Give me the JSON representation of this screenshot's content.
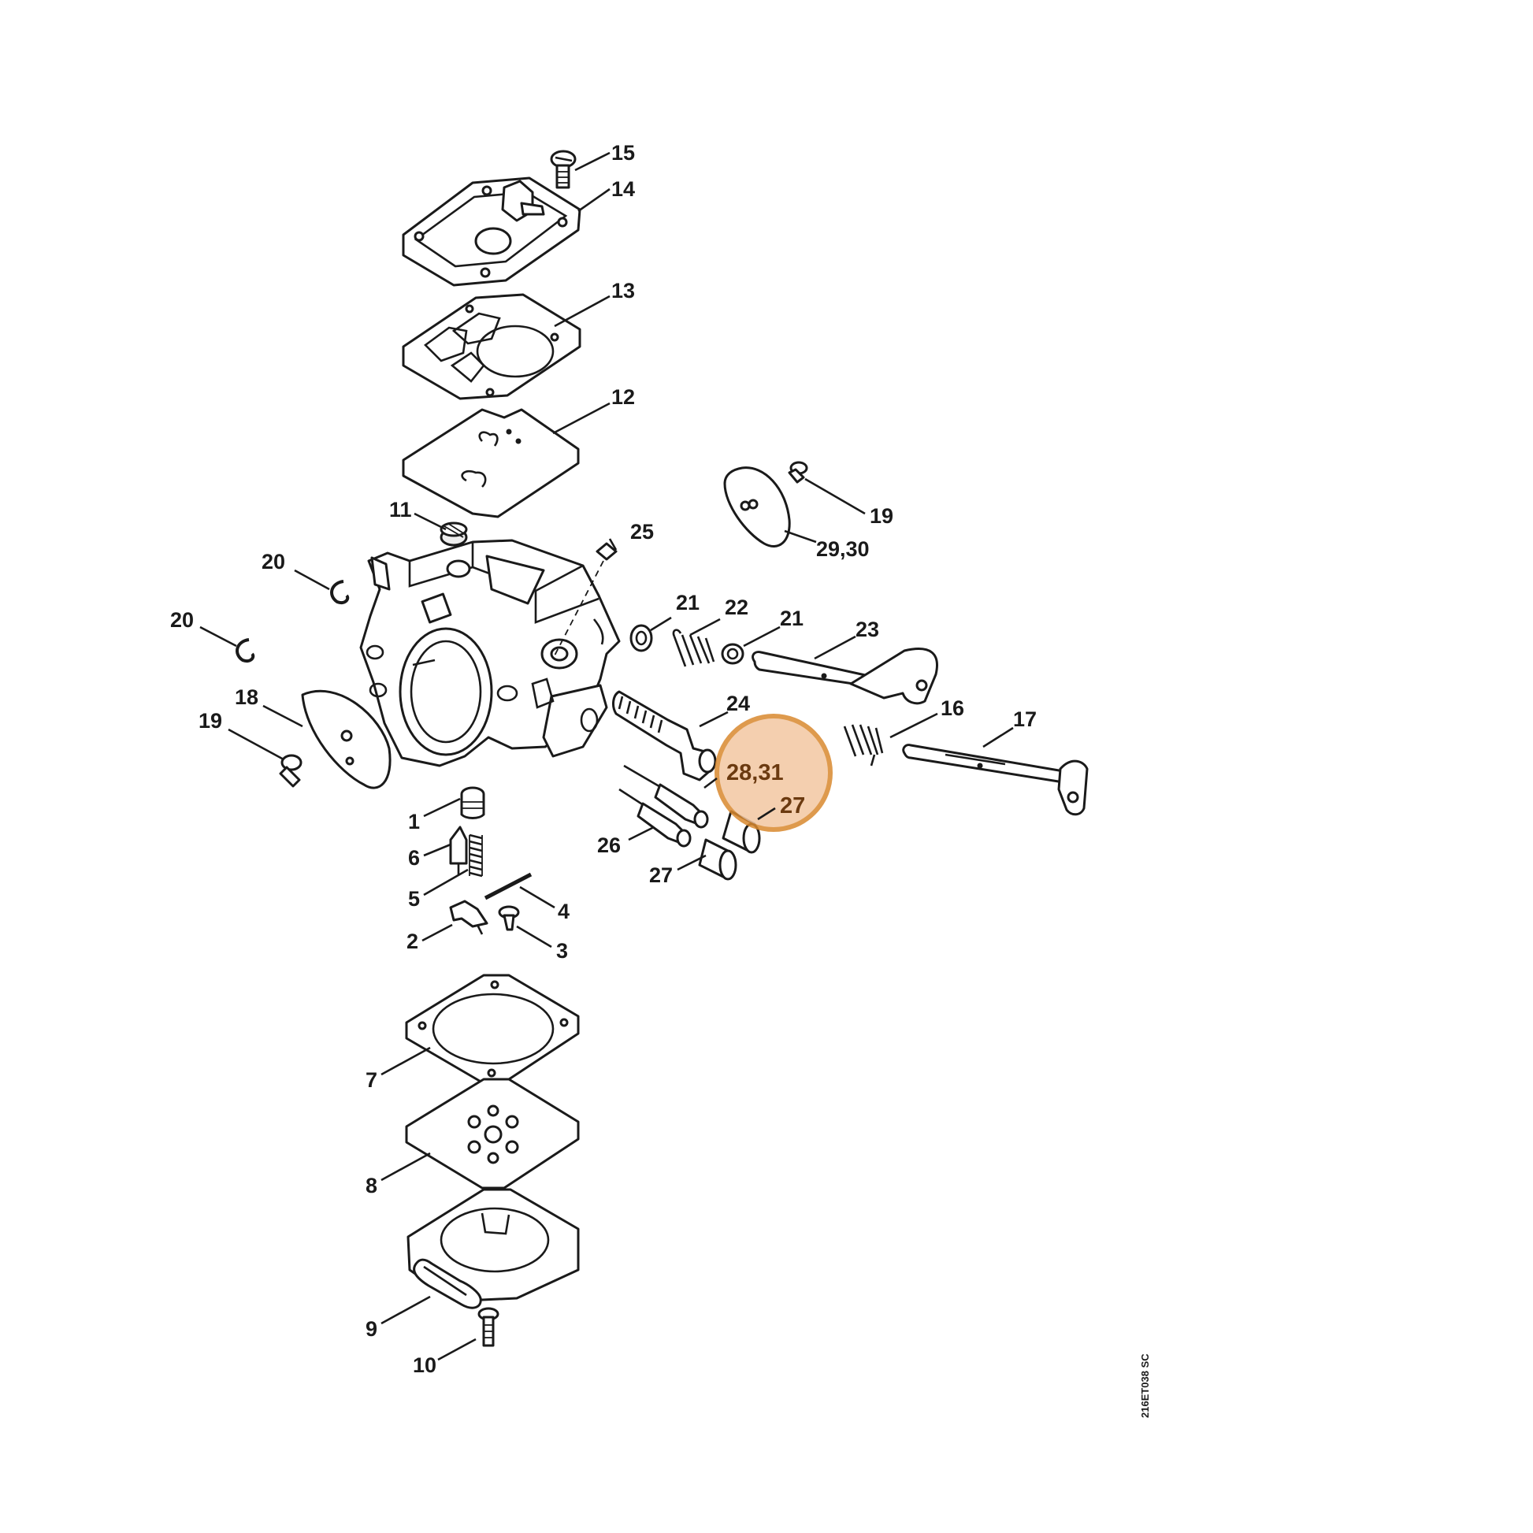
{
  "highlight": {
    "fill": "#f3c7a2",
    "stroke": "#d9892f",
    "labels": [
      "28,31",
      "27"
    ]
  },
  "labels": {
    "l1": "1",
    "l2": "2",
    "l3": "3",
    "l4": "4",
    "l5": "5",
    "l6": "6",
    "l7": "7",
    "l8": "8",
    "l9": "9",
    "l10": "10",
    "l11": "11",
    "l12": "12",
    "l13": "13",
    "l14": "14",
    "l15": "15",
    "l16": "16",
    "l17": "17",
    "l18": "18",
    "l19a": "19",
    "l19b": "19",
    "l20a": "20",
    "l20b": "20",
    "l21a": "21",
    "l21b": "21",
    "l22": "22",
    "l23": "23",
    "l24": "24",
    "l25": "25",
    "l26": "26",
    "l27": "27",
    "l29": "29,30"
  },
  "drawing_code": "216ET038 SC"
}
